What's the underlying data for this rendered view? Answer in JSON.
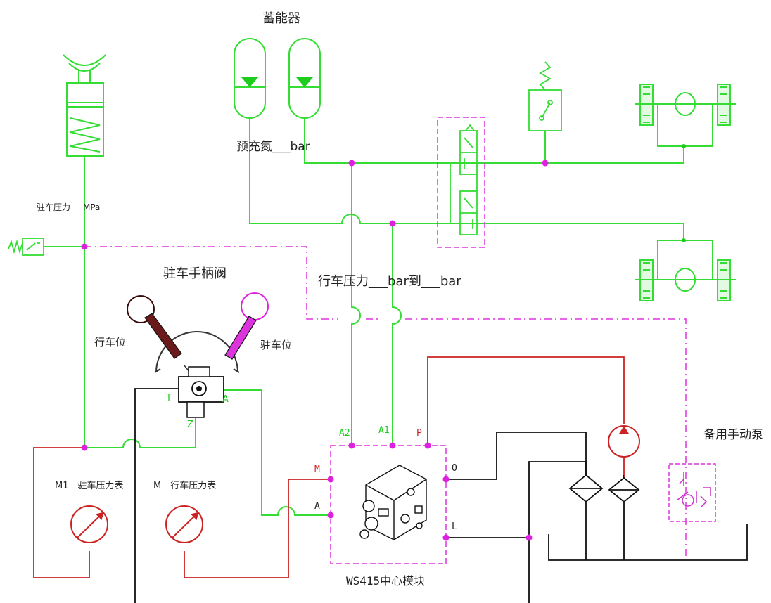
{
  "labels": {
    "accumulator": "蓄能器",
    "precharge": "预充氮___bar",
    "park_pressure": "驻车压力___MPa",
    "park_valve": "驻车手柄阀",
    "drive_pos": "行车位",
    "park_pos": "驻车位",
    "service_pressure": "行车压力___bar到___bar",
    "backup_pump": "备用手动泵",
    "gauge_m1": "M1—驻车压力表",
    "gauge_m": "M—行车压力表",
    "module": "WS415中心模块"
  },
  "ports": {
    "T": "T",
    "A_valve": "A",
    "Z": "Z",
    "A2": "A2",
    "A1": "A1",
    "P": "P",
    "M": "M",
    "A": "A",
    "O": "O",
    "L": "L"
  },
  "colors": {
    "hydraulic": "#33dd33",
    "pilot": "#dd33dd",
    "pressure_line": "#cc2222",
    "return_line": "#111111",
    "node": "#dd22dd"
  }
}
